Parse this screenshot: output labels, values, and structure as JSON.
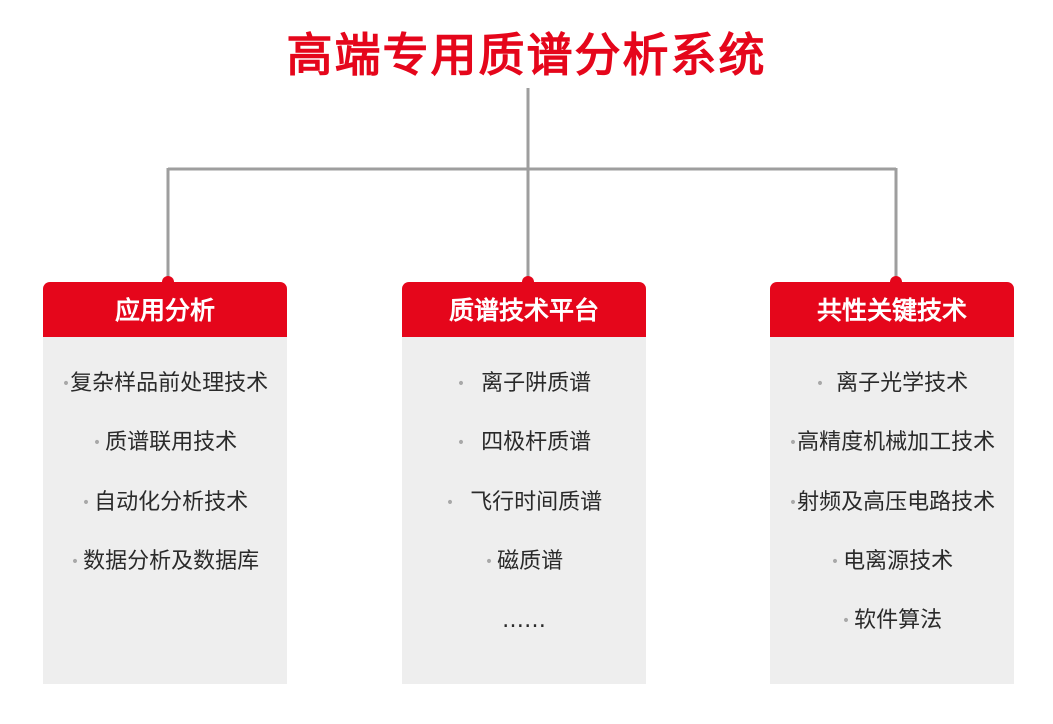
{
  "title": "高端专用质谱分析系统",
  "colors": {
    "accent": "#e5061b",
    "panel": "#eeeeee",
    "connector": "#9e9e9e",
    "bullet": "#a8a8a8",
    "text": "#2a2a2a"
  },
  "columns": [
    {
      "header": "应用分析",
      "items": [
        "复杂样品前处理技术",
        "质谱联用技术",
        "自动化分析技术",
        "数据分析及数据库"
      ]
    },
    {
      "header": "质谱技术平台",
      "items": [
        "离子阱质谱",
        "四极杆质谱",
        "飞行时间质谱",
        "磁质谱",
        "……"
      ]
    },
    {
      "header": "共性关键技术",
      "items": [
        "离子光学技术",
        "高精度机械加工技术",
        "射频及高压电路技术",
        "电离源技术",
        "软件算法"
      ]
    }
  ]
}
